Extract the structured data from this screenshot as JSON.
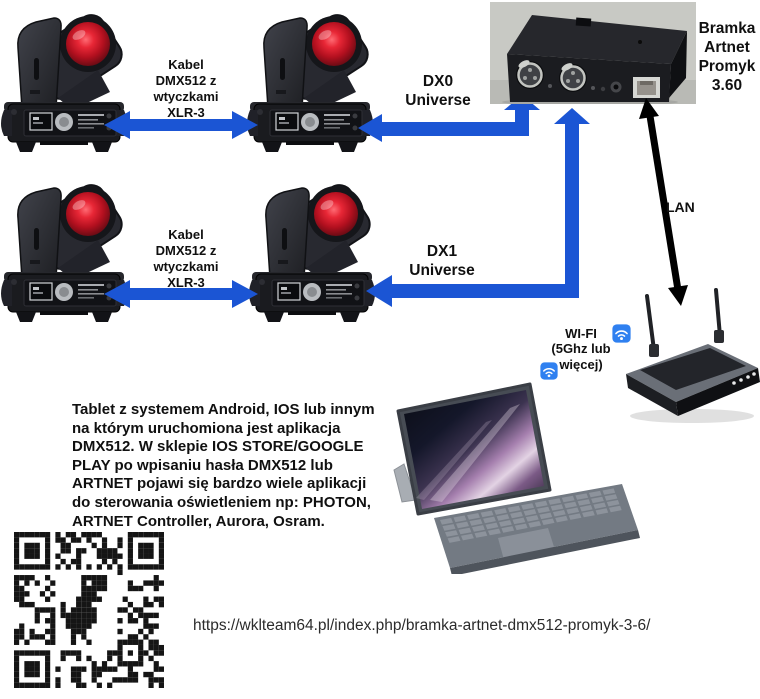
{
  "labels": {
    "cable_row1": "Kabel\nDMX512 z\nwtyczkami\nXLR-3",
    "cable_row2": "Kabel\nDMX512 z\nwtyczkami\nXLR-3",
    "dx0": "DX0\nUniverse",
    "dx1": "DX1\nUniverse",
    "gateway": "Bramka\nArtnet\nPromyk\n3.60",
    "lan": "LAN",
    "wifi": "WI-FI\n(5Ghz lub\nwięcej)"
  },
  "description": "Tablet z systemem Android, IOS lub innym\nna którym uruchomiona jest aplikacja\nDMX512. W sklepie IOS STORE/GOOGLE\nPLAY po wpisaniu hasła DMX512 lub\nARTNET pojawi się bardzo wiele aplikacji\ndo sterowania oświetleniem np: PHOTON,\nARTNET Controller, Aurora, Osram.",
  "link_url": "https://wklteam64.pl/index.php/bramka-artnet-dmx512-promyk-3-6/",
  "colors": {
    "arrow_blue": "#1b55d4",
    "arrow_black": "#000000",
    "wifi_icon": "#2f80f0",
    "lens_red": "#d5182b",
    "photo_bg": "#c8c9c4"
  },
  "icons": {
    "wifi": "wifi-icon",
    "qr": "qr-code"
  }
}
